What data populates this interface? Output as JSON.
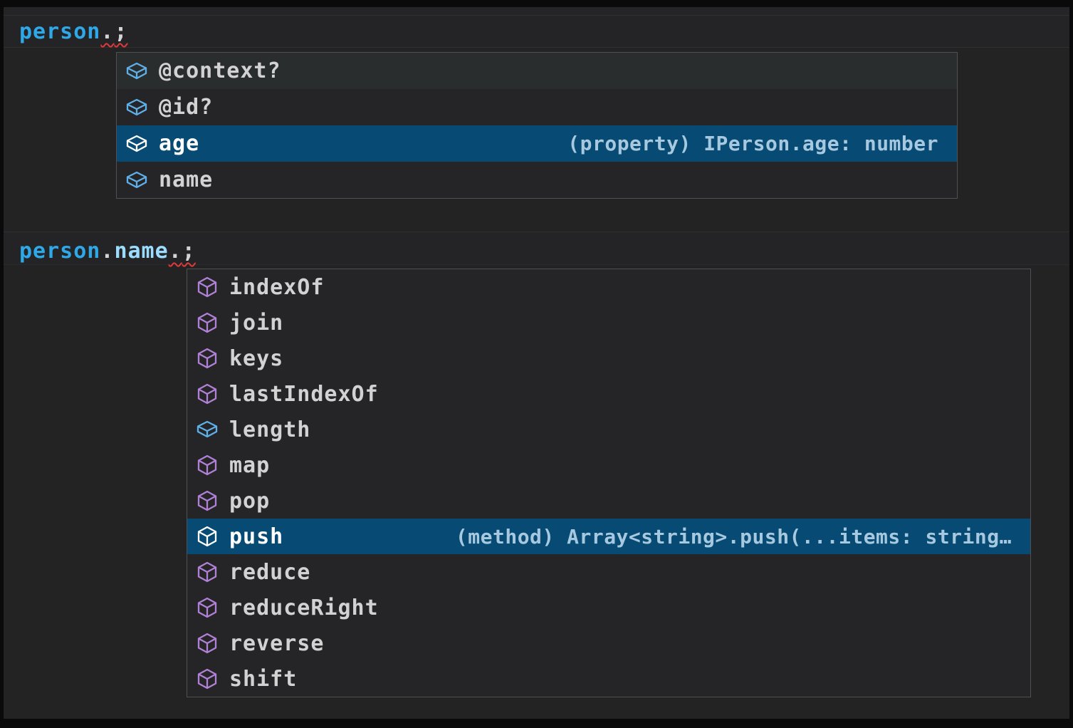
{
  "colors": {
    "editor_bg": "#232323",
    "list_bg": "#252527",
    "border": "#4f5052",
    "selection_bg": "#074a73",
    "hover_bg": "#2a2d2e",
    "label": "#d2d2d2",
    "selected_label": "#ffffff",
    "detail_text": "#a6c9e0",
    "icon_field_blue": "#5fb0e8",
    "icon_method_purple": "#b180d7",
    "squiggle_red": "#e1393b",
    "code_variable_blue": "#2fa8e8",
    "code_property_blue": "#9cdcfe",
    "code_punct": "#d4d4d4"
  },
  "snippet1": {
    "code": {
      "tokens": [
        {
          "text": "person",
          "style": "variable"
        },
        {
          "text": ".",
          "style": "punct",
          "squiggle": true
        },
        {
          "text": ";",
          "style": "punct",
          "squiggle": true
        }
      ]
    },
    "suggest": {
      "items": [
        {
          "label": "@context?",
          "kind": "field",
          "state": "hover"
        },
        {
          "label": "@id?",
          "kind": "field",
          "state": "normal"
        },
        {
          "label": "age",
          "kind": "field",
          "state": "selected",
          "detail": "(property) IPerson.age: number"
        },
        {
          "label": "name",
          "kind": "field",
          "state": "normal"
        }
      ]
    }
  },
  "snippet2": {
    "code": {
      "tokens": [
        {
          "text": "person",
          "style": "variable"
        },
        {
          "text": ".",
          "style": "punct"
        },
        {
          "text": "name",
          "style": "property"
        },
        {
          "text": ".",
          "style": "punct",
          "squiggle": true
        },
        {
          "text": ";",
          "style": "punct",
          "squiggle": true
        }
      ]
    },
    "suggest": {
      "items": [
        {
          "label": "indexOf",
          "kind": "method",
          "state": "normal"
        },
        {
          "label": "join",
          "kind": "method",
          "state": "normal"
        },
        {
          "label": "keys",
          "kind": "method",
          "state": "normal"
        },
        {
          "label": "lastIndexOf",
          "kind": "method",
          "state": "normal"
        },
        {
          "label": "length",
          "kind": "field",
          "state": "normal"
        },
        {
          "label": "map",
          "kind": "method",
          "state": "normal"
        },
        {
          "label": "pop",
          "kind": "method",
          "state": "normal"
        },
        {
          "label": "push",
          "kind": "method",
          "state": "selected",
          "detail": "(method) Array<string>.push(...items: string…"
        },
        {
          "label": "reduce",
          "kind": "method",
          "state": "normal"
        },
        {
          "label": "reduceRight",
          "kind": "method",
          "state": "normal"
        },
        {
          "label": "reverse",
          "kind": "method",
          "state": "normal"
        },
        {
          "label": "shift",
          "kind": "method",
          "state": "normal"
        }
      ]
    }
  }
}
